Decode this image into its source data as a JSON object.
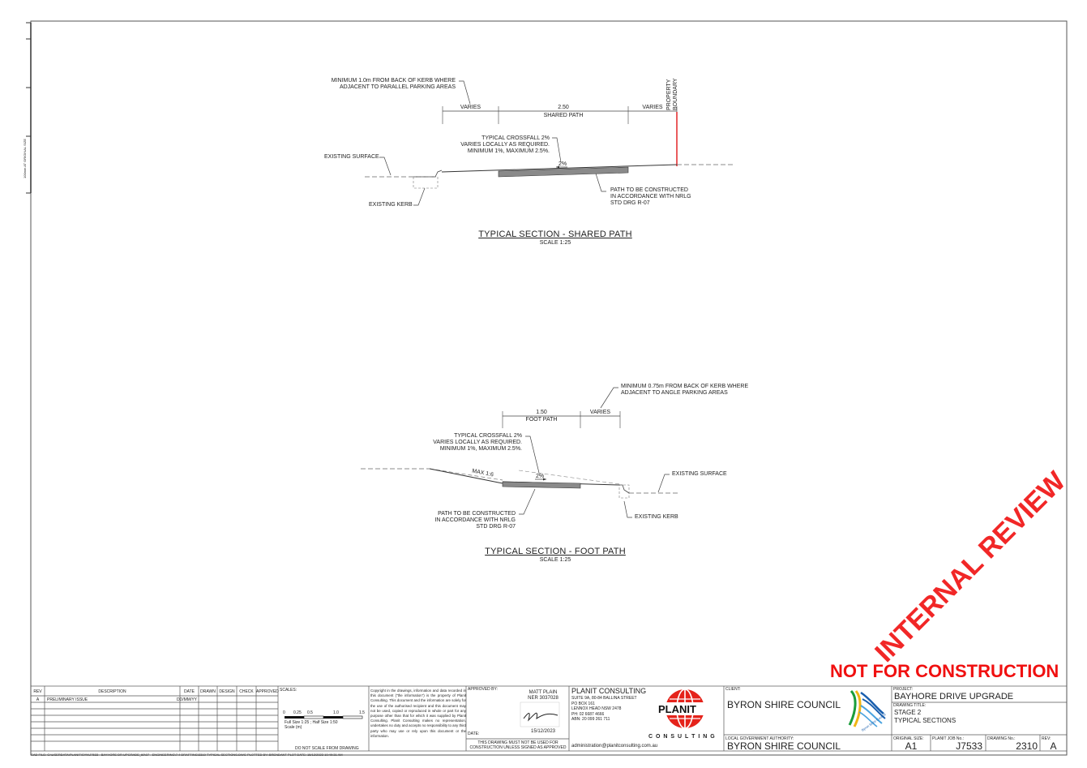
{
  "drawing": {
    "side_note": "100mm AT ORIGINAL SIZE",
    "top": {
      "note_min": [
        "MINIMUM 1.0m FROM BACK OF KERB WHERE",
        "ADJACENT TO PARALLEL PARKING AREAS"
      ],
      "dim_varies_left": "VARIES",
      "dim_width": "2.50",
      "dim_shared_path": "SHARED PATH",
      "dim_varies_right": "VARIES",
      "property_boundary": [
        "PROPERTY",
        "BOUNDARY"
      ],
      "crossfall": [
        "TYPICAL CROSSFALL 2%",
        "VARIES LOCALLY AS REQUIRED.",
        "MINIMUM 1%, MAXIMUM 2.5%."
      ],
      "existing_surface": "EXISTING SURFACE",
      "slope": "2%",
      "path_note": [
        "PATH TO BE CONSTRUCTED",
        "IN ACCORDANCE WITH NRLG",
        "STD DRG R-07"
      ],
      "existing_kerb": "EXISTING KERB",
      "title": "TYPICAL SECTION - SHARED PATH",
      "scale": "SCALE 1:25"
    },
    "bottom": {
      "note_min": [
        "MINIMUM 0.75m FROM BACK OF KERB WHERE",
        "ADJACENT TO ANGLE PARKING AREAS"
      ],
      "dim_width": "1.50",
      "dim_foot_path": "FOOT PATH",
      "dim_varies": "VARIES",
      "crossfall": [
        "TYPICAL CROSSFALL 2%",
        "VARIES LOCALLY AS REQUIRED.",
        "MINIMUM 1%, MAXIMUM 2.5%."
      ],
      "max_slope": "MAX 1:6",
      "slope": "2%",
      "existing_surface": "EXISTING SURFACE",
      "path_note": [
        "PATH TO BE CONSTRUCTED",
        "IN ACCORDANCE WITH NRLG",
        "STD DRG R-07"
      ],
      "existing_kerb": "EXISTING KERB",
      "title": "TYPICAL SECTION - FOOT PATH",
      "scale": "SCALE 1:25"
    },
    "watermark": "INTERNAL REVIEW",
    "stamp": "NOT FOR CONSTRUCTION"
  },
  "titleblock": {
    "rev_headers": {
      "rev": "REV",
      "description": "DESCRIPTION",
      "date": "DATE",
      "drawn": "DRAWN",
      "design": "DESIGN",
      "check": "CHECK",
      "approved": "APPROVED"
    },
    "rev_rows": [
      {
        "rev": "A",
        "description": "PRELIMINARY ISSUE",
        "date": "DD/MM/YY"
      }
    ],
    "scales_label": "SCALES:",
    "scale_ticks": [
      "0",
      "0.25",
      "0.5",
      "1.0",
      "1.5"
    ],
    "scale_text": [
      "Full Size 1:25 ; Half Size 1:50",
      "Scale (m)"
    ],
    "do_not_scale": "DO NOT SCALE FROM DRAWING",
    "copyright": "Copyright in the drawings, information and data recorded in this document (\"the information\") is the property of Planit Consulting. This document and the information are solely for the use of the authorised recipient and this document may not be used, copied or reproduced in whole or part for any purpose other than that for which it was supplied by Planit Consulting. Planit Consulting makes no representation, undertakes no duty and accepts no responsibility to any third party who may use or rely upon this document or the information.",
    "approved_by_label": "APPROVED BY:",
    "approver_name": "MATT PLAIN",
    "approver_id": "NER 3037028",
    "approved_date": "15/12/2023",
    "date_label": "DATE:",
    "construction_note": [
      "THIS DRAWING MUST NOT BE USED FOR",
      "CONSTRUCTION UNLESS SIGNED AS APPROVED"
    ],
    "company": "PLANIT CONSULTING",
    "address": [
      "SUITE 9A, 80-84 BALLINA STREET",
      "PO BOX 161",
      "LENNOX HEAD NSW 2478",
      "PH: 02 6687 4666",
      "ABN: 20 099 261 711"
    ],
    "email": "administration@planitconsulting.com.au",
    "logo_text": "PLANIT",
    "logo_sub": "C O N S U L T I N G",
    "client_label": "CLIENT:",
    "client": "BYRON SHIRE COUNCIL",
    "lga_label": "LOCAL GOVERNMENT AUTHORITY:",
    "lga": "BYRON SHIRE COUNCIL",
    "council_logo_text": "Byron Shire Council",
    "project_label": "PROJECT:",
    "project": "BAYHORE DRIVE UPGRADE",
    "drawing_title_label": "DRAWING TITLE:",
    "drawing_title": [
      "STAGE 2",
      "TYPICAL SECTIONS"
    ],
    "original_size_label": "ORIGINAL SIZE:",
    "original_size": "A1",
    "job_label": "PLANIT JOB No.:",
    "job": "J7533",
    "drawing_no_label": "DRAWING No.:",
    "drawing_no": "2310",
    "rev_label": "REV:",
    "rev": "A",
    "cad_file": "CAD FILE: G:\\USERDATA\\PLANIT\\SYN\\J7533 - BAYHORE DR UPGRADE_60\\07 - ENGINEERING\\7.4 DRAFTING\\2310 TYPICAL SECTIONS.DWG PLOTTED BY: BRENDANT  PLOT DATE: 15/12/2023 10:49:31 AM"
  },
  "colors": {
    "line": "#333333",
    "red": "#e0161a",
    "path_fill": "#8a8a8a"
  }
}
